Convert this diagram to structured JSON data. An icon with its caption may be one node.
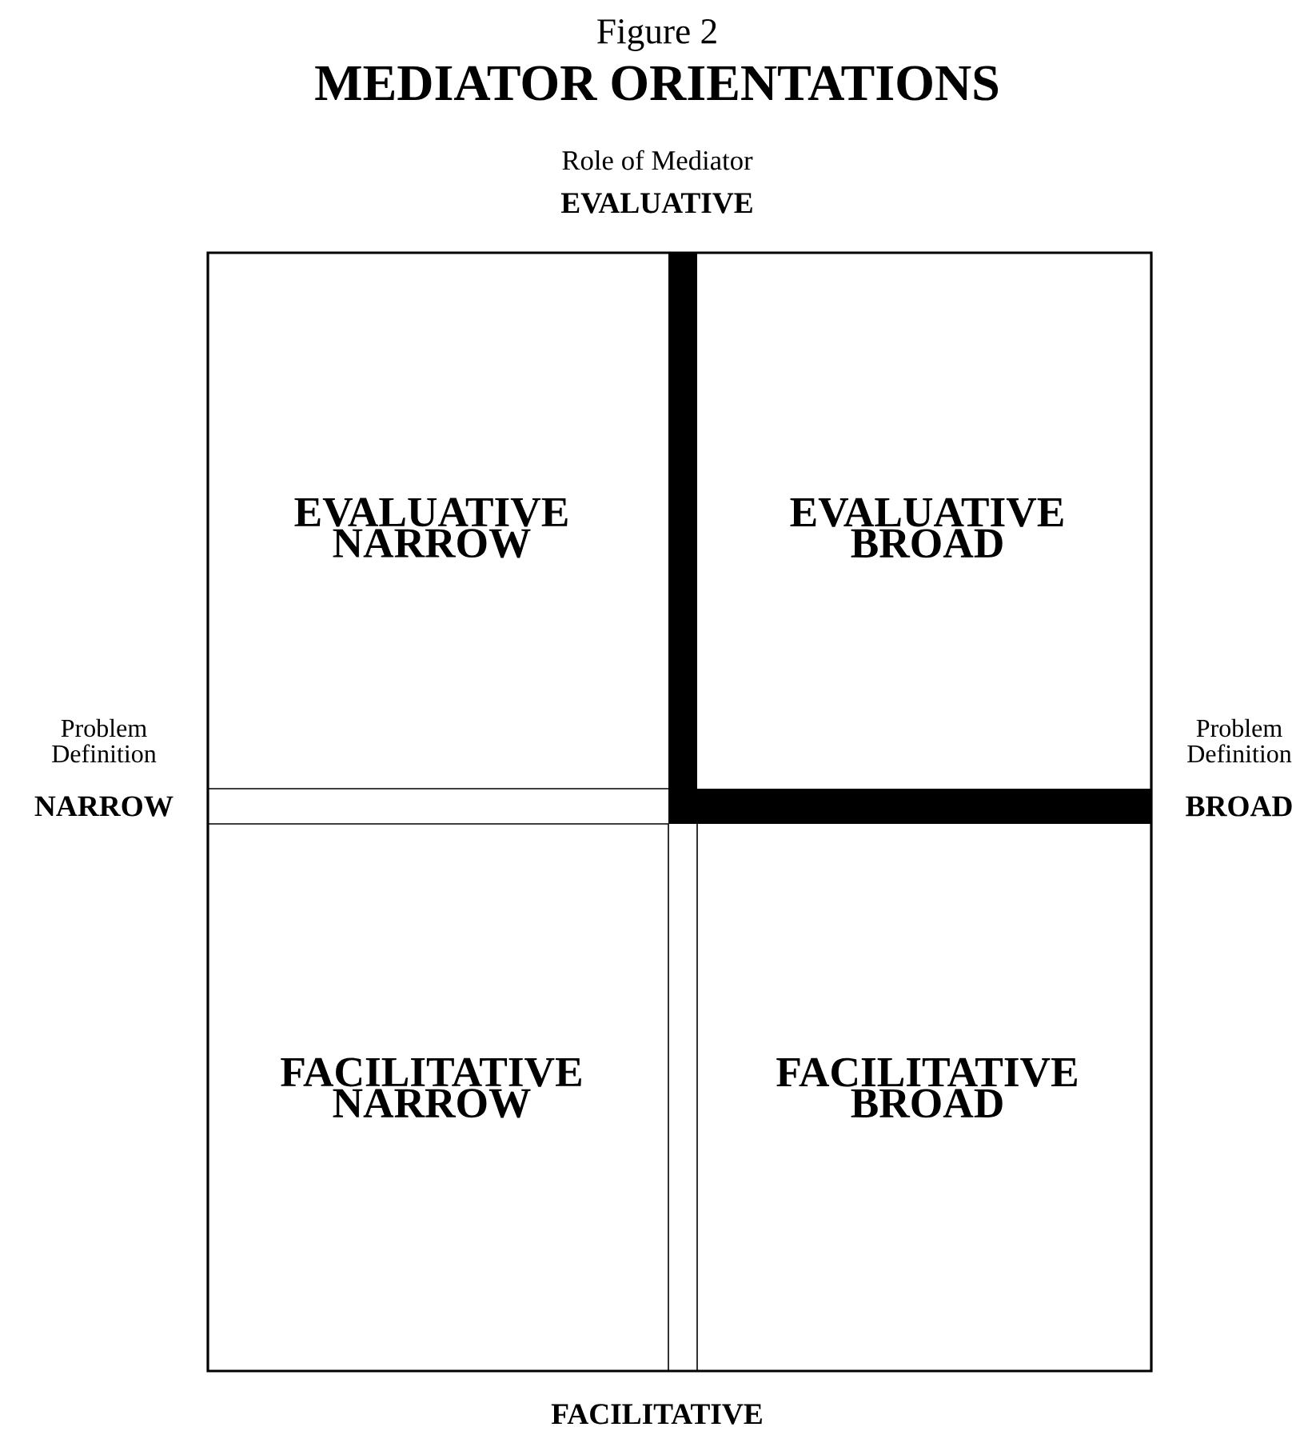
{
  "diagram": {
    "title": "MEDIATOR ORIENTATIONS",
    "nodes": [
      {
        "text": [
          "EVALUATIVE NARROW"
        ]
      },
      {
        "text": [
          "EVALUATIVE BROAD"
        ]
      },
      {
        "text": [
          "FACILITATIVE NARROW"
        ]
      },
      {
        "text": [
          "FACILITATIVE BROAD"
        ]
      }
    ],
    "edges": [],
    "labels": [
      "Figure 2",
      "Role of Mediator",
      "EVALUATIVE",
      "Problem Definition",
      "NARROW",
      "Problem Definition",
      "BROAD",
      "FACILITATIVE"
    ]
  }
}
